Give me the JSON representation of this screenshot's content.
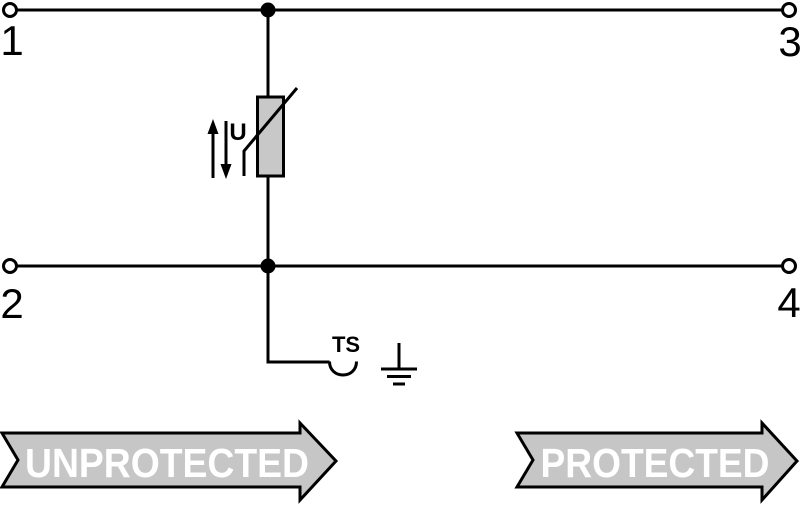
{
  "terminals": {
    "t1": "1",
    "t2": "2",
    "t3": "3",
    "t4": "4"
  },
  "component_labels": {
    "voltage": "U",
    "din_rail": "TS"
  },
  "flow_arrows": {
    "left": "UNPROTECTED",
    "right": "PROTECTED"
  },
  "colors": {
    "background": "#ffffff",
    "line": "#000000",
    "varistor_fill": "#c8c8c8",
    "arrow_fill": "#c6c6c6",
    "arrow_text": "#ffffff"
  }
}
